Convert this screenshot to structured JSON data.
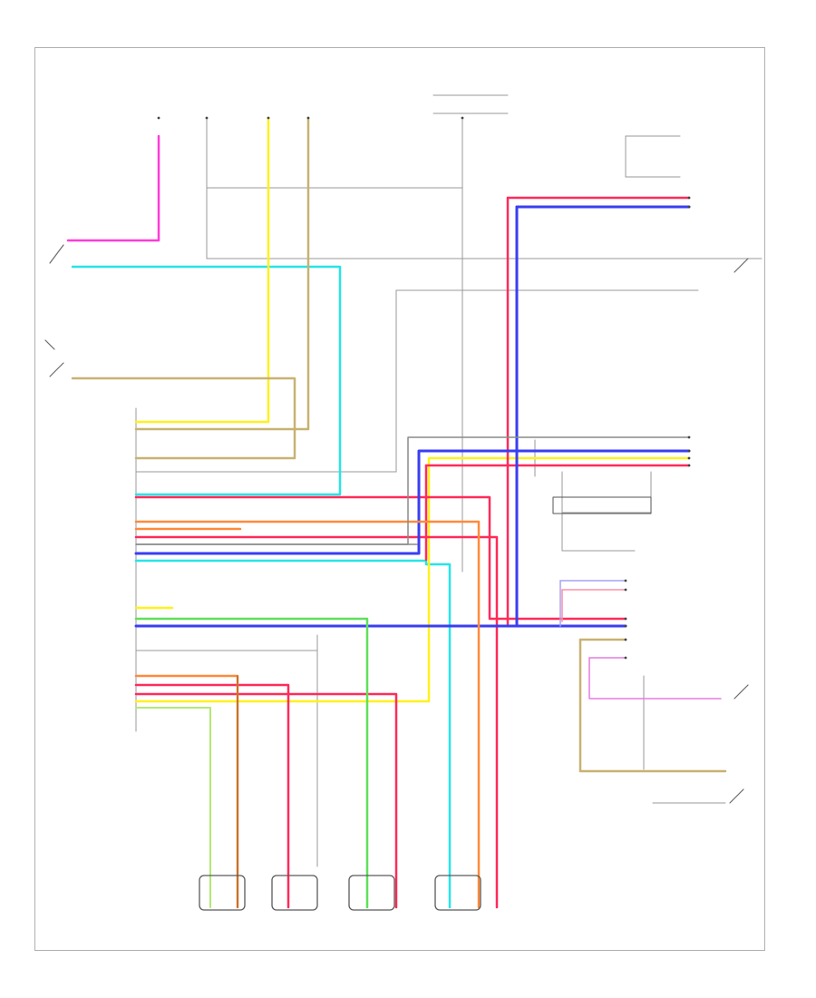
{
  "diagram": {
    "footer_code": "",
    "wire_colors": {
      "pink": "#ff3bd8",
      "cyan": "#27e4e8",
      "yellow": "#fff11e",
      "tan": "#c8b272",
      "red": "#ff2b5a",
      "blue": "#3a3ef2",
      "orange": "#ff8a3c",
      "green": "#5fe05a",
      "light_green": "#c8f06a",
      "gray": "#8a8a8a",
      "violet": "#a6a2f4",
      "brown": "#b06a2c"
    },
    "components": [
      {
        "id": "left-front-abs-sensor",
        "label": ""
      },
      {
        "id": "left-rear-abs-sensor",
        "label": ""
      },
      {
        "id": "right-front-abs-sensor",
        "label": ""
      },
      {
        "id": "right-rear-abs-sensor",
        "label": ""
      },
      {
        "id": "abs-control-unit",
        "label": ""
      },
      {
        "id": "stop-lamp-switch",
        "label": ""
      },
      {
        "id": "parking-brake-switch",
        "label": ""
      },
      {
        "id": "steering-angle-sensor",
        "label": ""
      },
      {
        "id": "yaw-rate-sensor",
        "label": ""
      }
    ]
  }
}
